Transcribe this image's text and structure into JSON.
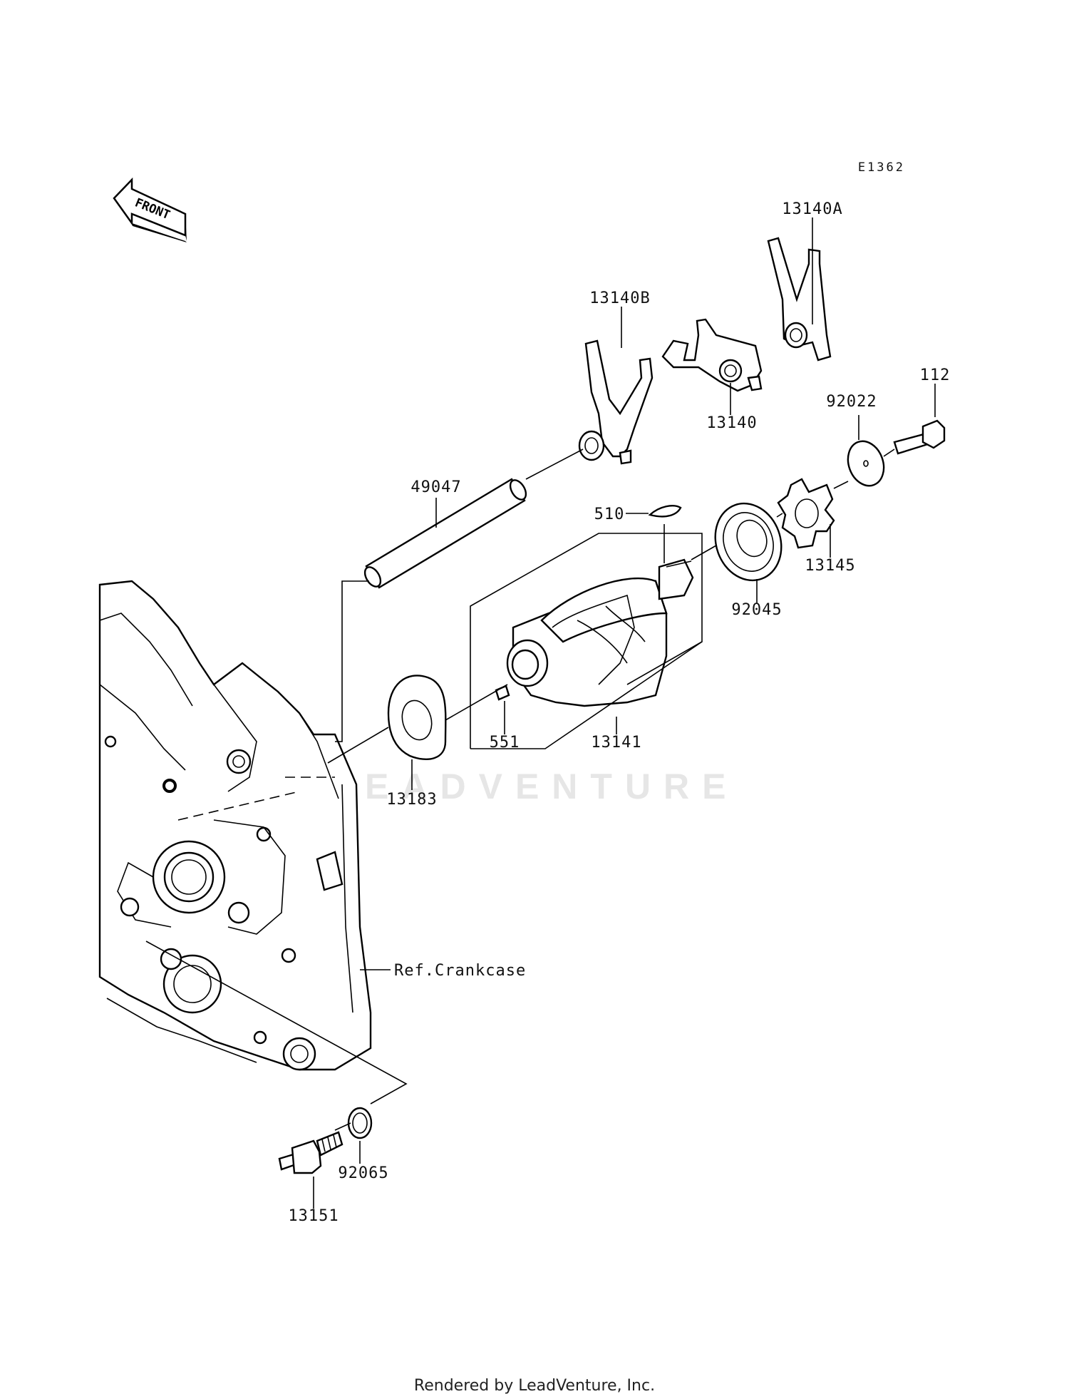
{
  "diagram_code": "E1362",
  "front_label": "FRONT",
  "watermark": "LEADVENTURE",
  "footer": "Rendered by LeadVenture, Inc.",
  "parts": {
    "p13140A": "13140A",
    "p13140B": "13140B",
    "p13140": "13140",
    "p92022": "92022",
    "p112": "112",
    "p49047": "49047",
    "p510": "510",
    "p13145": "13145",
    "p92045": "92045",
    "p551": "551",
    "p13141": "13141",
    "p13183": "13183",
    "ref_crankcase": "Ref.Crankcase",
    "p13151": "13151",
    "p92065": "92065"
  }
}
